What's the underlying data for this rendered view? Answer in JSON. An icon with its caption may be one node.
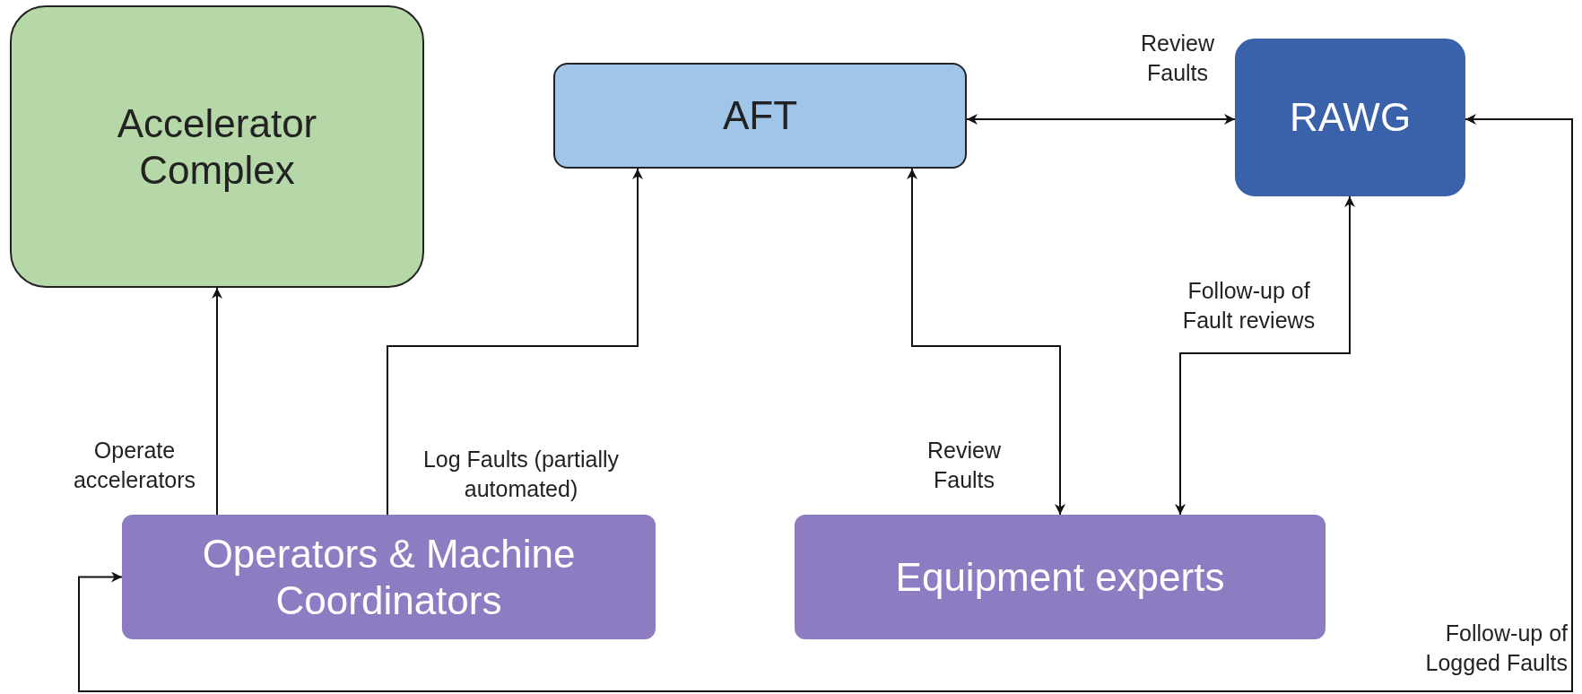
{
  "diagram": {
    "nodes": [
      {
        "text": [
          "Accelerator Complex"
        ]
      },
      {
        "text": [
          "AFT"
        ]
      },
      {
        "text": [
          "RAWG"
        ]
      },
      {
        "text": [
          "Operators & Machine Coordinators"
        ]
      },
      {
        "text": [
          "Equipment experts"
        ]
      }
    ],
    "edges": [
      {
        "from": 3,
        "to": 0,
        "arrow": "to",
        "label": "Operate accelerators"
      },
      {
        "from": 3,
        "to": 1,
        "arrow": "to",
        "label": "Log Faults (partially automated)"
      },
      {
        "from": 1,
        "to": 4,
        "arrow": "both",
        "label": "Review Faults"
      },
      {
        "from": 1,
        "to": 2,
        "arrow": "both",
        "label": "Review Faults"
      },
      {
        "from": 2,
        "to": 4,
        "arrow": "both",
        "label": "Follow-up of Fault reviews"
      },
      {
        "from": 3,
        "to": 2,
        "arrow": "both",
        "label": "Follow-up of Logged Faults"
      }
    ]
  }
}
